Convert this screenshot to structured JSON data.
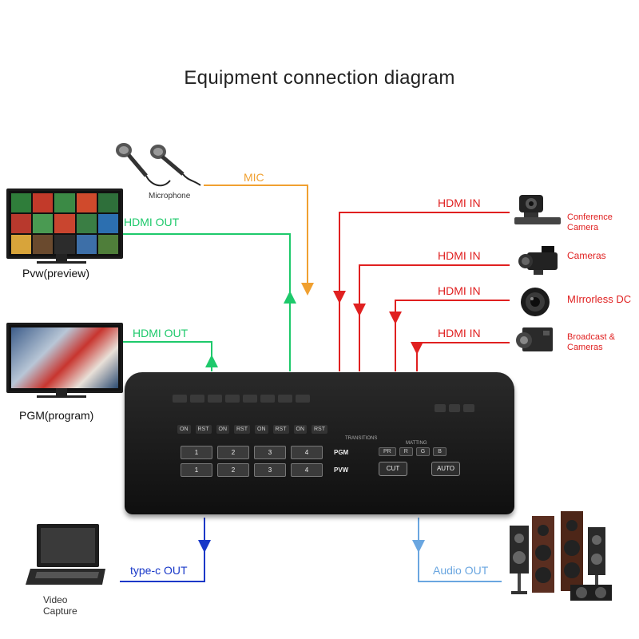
{
  "title": "Equipment connection diagram",
  "devices": {
    "microphone": "Microphone",
    "pvw": "Pvw(preview)",
    "pgm": "PGM(program)",
    "video_capture_line1": "Video",
    "video_capture_line2": "Capture",
    "conference_camera_line1": "Conference",
    "conference_camera_line2": "Camera",
    "cameras": "Cameras",
    "mirrorless": "MIrrorless DC",
    "broadcast_line1": "Broadcast &",
    "broadcast_line2": "Cameras"
  },
  "connections": {
    "mic": "MIC",
    "hdmi_out_pvw": "HDMI OUT",
    "hdmi_out_pgm": "HDMI OUT",
    "hdmi_in_1": "HDMI IN",
    "hdmi_in_2": "HDMI IN",
    "hdmi_in_3": "HDMI IN",
    "hdmi_in_4": "HDMI IN",
    "typec_out": "type-c OUT",
    "audio_out": "Audio OUT"
  },
  "colors": {
    "hdmi_in": "#e02020",
    "hdmi_out": "#1ec96b",
    "mic": "#f0a030",
    "typec": "#1838c8",
    "audio": "#6aa6e0"
  },
  "switcher": {
    "row_labels": [
      "ON",
      "RST",
      "ON",
      "RST",
      "ON",
      "RST",
      "ON",
      "RST"
    ],
    "channel_numbers": [
      "1",
      "2",
      "3",
      "4"
    ],
    "pgm": "PGM",
    "pvw": "PVW",
    "transitions": "TRANSITIONS",
    "matting": "MATTING",
    "matting_keys": [
      "PR",
      "R",
      "G",
      "B"
    ],
    "cut": "CUT",
    "auto": "AUTO"
  }
}
